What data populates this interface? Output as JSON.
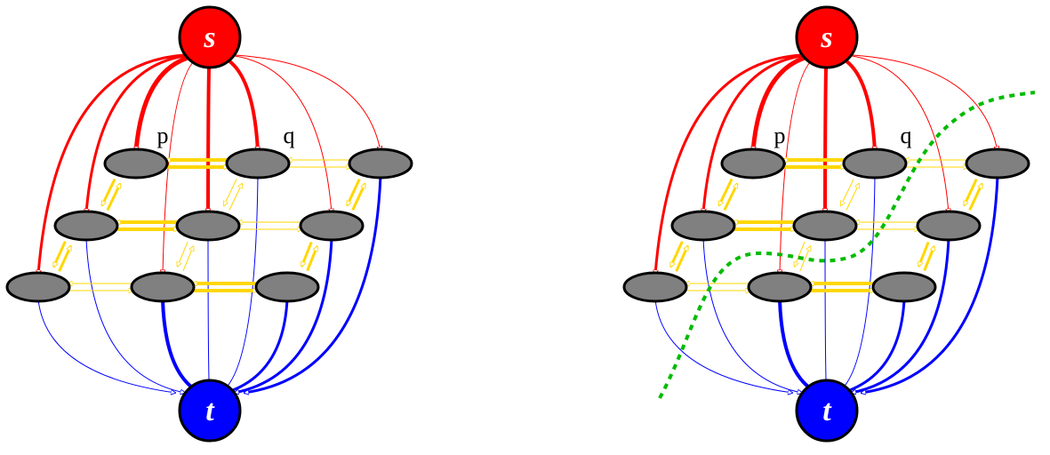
{
  "diagram": {
    "colors": {
      "source": "#ff0000",
      "sink": "#0000ff",
      "node": "#808080",
      "node_outline": "#000000",
      "neighbor_edge": "#ffd700",
      "cut": "#00bb00"
    },
    "labels": {
      "source": "s",
      "sink": "t",
      "p": "p",
      "q": "q"
    },
    "panels": [
      {
        "name": "graph-left",
        "cut_shown": false
      },
      {
        "name": "graph-right",
        "cut_shown": true
      }
    ]
  }
}
